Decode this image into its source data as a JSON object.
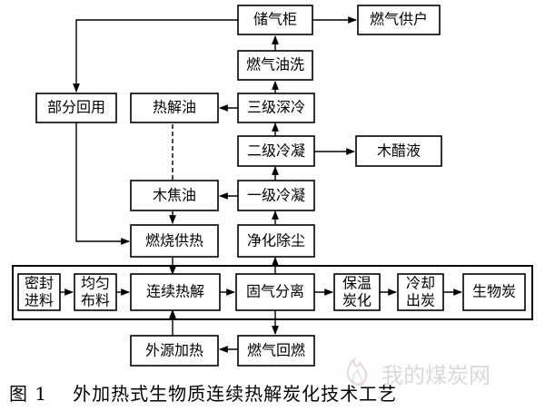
{
  "boxes": {
    "storage_tank": "储气柜",
    "gas_users": "燃气供户",
    "gas_oil_wash": "燃气油洗",
    "partial_reuse": "部分回用",
    "pyrolysis_oil": "热解油",
    "third_deep_cooling": "三级深冷",
    "second_condense": "二级冷凝",
    "wood_vinegar": "木醋液",
    "tar": "木焦油",
    "first_condense": "一级冷凝",
    "combustion_heat": "燃烧供热",
    "purify_dust": "净化除尘",
    "sealed_feed": [
      "密封",
      "进料"
    ],
    "uniform_spread": [
      "均匀",
      "布料"
    ],
    "continuous_pyrolysis": "连续热解",
    "gas_solid_separation": "固气分离",
    "insulated_carbonization": [
      "保温",
      "炭化"
    ],
    "cooling_discharge": [
      "冷却",
      "出炭"
    ],
    "biochar": "生物炭",
    "external_heating": "外源加热",
    "gas_recirculation": "燃气回燃"
  },
  "caption": {
    "number": "图 1",
    "title": "外加热式生物质连续热解炭化技术工艺"
  },
  "watermark": {
    "text": "我的煤炭网",
    "icon": "flame-logo-icon"
  }
}
